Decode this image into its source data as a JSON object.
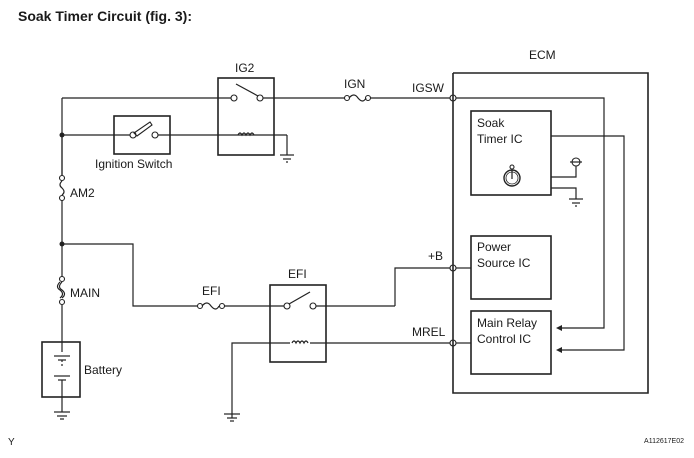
{
  "title": "Soak Timer Circuit (fig. 3):",
  "figure_id": "A112617E02",
  "corner_mark": "Y",
  "labels": {
    "ig2": "IG2",
    "ign": "IGN",
    "igsw": "IGSW",
    "ecm": "ECM",
    "ignition_switch": "Ignition Switch",
    "am2": "AM2",
    "main": "MAIN",
    "battery": "Battery",
    "efi_fuse": "EFI",
    "efi_relay": "EFI",
    "plus_b": "+B",
    "mrel": "MREL",
    "soak_timer_l1": "Soak",
    "soak_timer_l2": "Timer IC",
    "power_source_l1": "Power",
    "power_source_l2": "Source IC",
    "main_relay_l1": "Main Relay",
    "main_relay_l2": "Control IC"
  }
}
